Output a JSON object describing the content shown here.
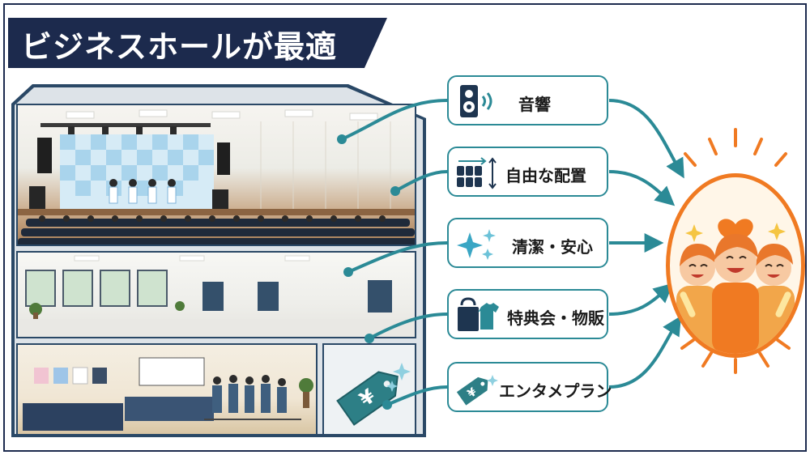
{
  "title": "ビジネスホールが最適",
  "features": [
    {
      "label": "音響",
      "icon": "speaker-icon"
    },
    {
      "label": "自由な配置",
      "icon": "seating-icon"
    },
    {
      "label": "清潔・安心",
      "icon": "sparkle-icon"
    },
    {
      "label": "特典会・物販",
      "icon": "merch-icon"
    },
    {
      "label": "エンタメプラン",
      "icon": "price-tag-icon"
    }
  ],
  "colors": {
    "navy": "#1c2a4d",
    "teal": "#2b8a96",
    "orange": "#f07a22",
    "icon_dark": "#1e3550"
  }
}
